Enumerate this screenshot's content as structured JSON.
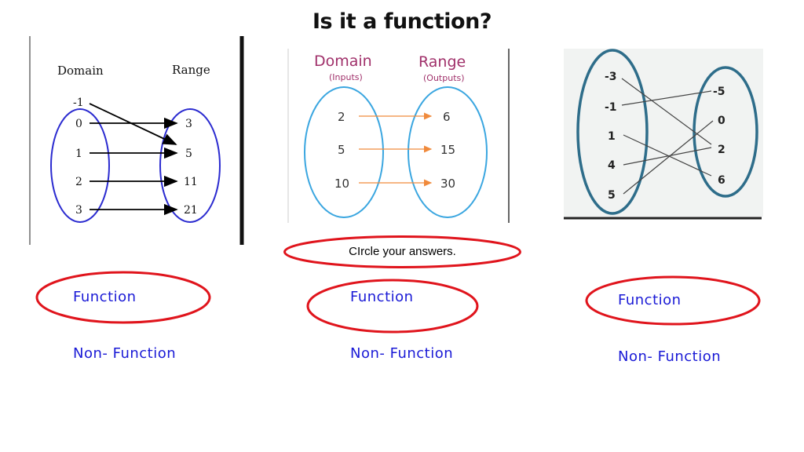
{
  "title": "Is it a function?",
  "instruction": "CIrcle your answers.",
  "diagrams": [
    {
      "domain_label": "Domain",
      "range_label": "Range",
      "domain": [
        "-1",
        "0",
        "1",
        "2",
        "3"
      ],
      "range": [
        "3",
        "5",
        "11",
        "21"
      ]
    },
    {
      "domain_label": "Domain",
      "range_label": "Range",
      "domain_sub": "(Inputs)",
      "range_sub": "(Outputs)",
      "domain": [
        "2",
        "5",
        "10"
      ],
      "range": [
        "6",
        "15",
        "30"
      ]
    },
    {
      "domain": [
        "-3",
        "-1",
        "1",
        "4",
        "5"
      ],
      "range": [
        "-5",
        "0",
        "2",
        "6"
      ]
    }
  ],
  "answers": [
    {
      "function_label": "Function",
      "non_function_label": "Non- Function"
    },
    {
      "function_label": "Function",
      "non_function_label": "Non- Function"
    },
    {
      "function_label": "Function",
      "non_function_label": "Non- Function"
    }
  ],
  "colors": {
    "diagram1_oval": "#2b2bd0",
    "diagram2_oval": "#3aa6e0",
    "diagram2_arrow": "#f08a3c",
    "diagram2_header": "#a0306a",
    "diagram3_oval": "#2e6d8a",
    "answer_text": "#1a1ad6",
    "answer_circle": "#e0141c"
  }
}
